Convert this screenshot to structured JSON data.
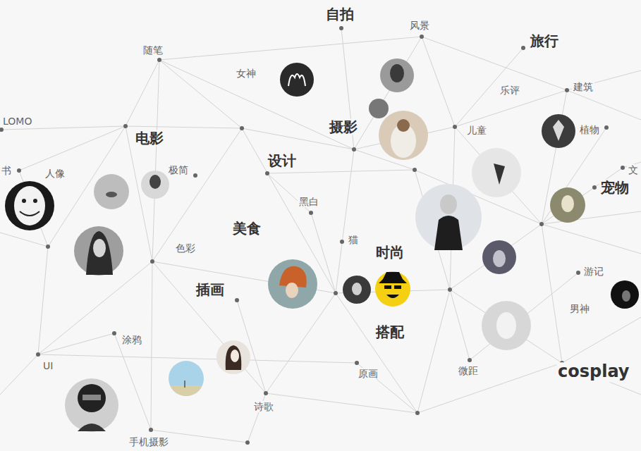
{
  "diagram": {
    "labels": [
      "自拍",
      "风景",
      "旅行",
      "随笔",
      "女神",
      "乐评",
      "建筑",
      "LOMO",
      "电影",
      "摄影",
      "儿童",
      "植物",
      "书",
      "人像",
      "极简",
      "设计",
      "文",
      "宠物",
      "黑白",
      "美食",
      "色彩",
      "猫",
      "时尚",
      "游记",
      "插画",
      "男神",
      "涂鸦",
      "搭配",
      "UI",
      "原画",
      "微距",
      "cosplay",
      "诗歌",
      "手机摄影"
    ]
  }
}
